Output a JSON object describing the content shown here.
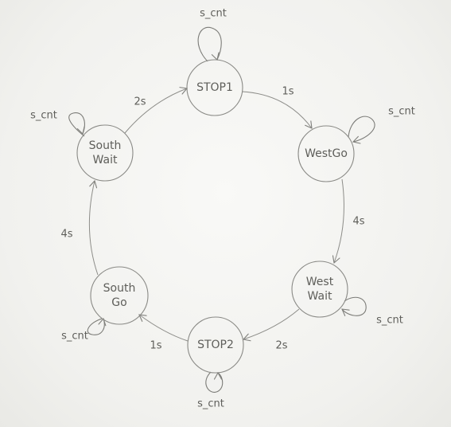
{
  "diagram": {
    "states": [
      {
        "id": "stop1",
        "lines": [
          "STOP1"
        ]
      },
      {
        "id": "westgo",
        "lines": [
          "WestGo"
        ]
      },
      {
        "id": "westwait",
        "lines": [
          "West",
          "Wait"
        ]
      },
      {
        "id": "stop2",
        "lines": [
          "STOP2"
        ]
      },
      {
        "id": "southgo",
        "lines": [
          "South",
          "Go"
        ]
      },
      {
        "id": "southwait",
        "lines": [
          "South",
          "Wait"
        ]
      }
    ],
    "transitions": [
      {
        "from": "stop1",
        "to": "westgo",
        "label": "1s"
      },
      {
        "from": "westgo",
        "to": "westwait",
        "label": "4s"
      },
      {
        "from": "westwait",
        "to": "stop2",
        "label": "2s"
      },
      {
        "from": "stop2",
        "to": "southgo",
        "label": "1s"
      },
      {
        "from": "southgo",
        "to": "southwait",
        "label": "4s"
      },
      {
        "from": "southwait",
        "to": "stop1",
        "label": "2s"
      }
    ],
    "self_loops": [
      {
        "state": "stop1",
        "label": "s_cnt"
      },
      {
        "state": "westgo",
        "label": "s_cnt"
      },
      {
        "state": "westwait",
        "label": "s_cnt"
      },
      {
        "state": "stop2",
        "label": "s_cnt"
      },
      {
        "state": "southgo",
        "label": "s_cnt"
      },
      {
        "state": "southwait",
        "label": "s_cnt"
      }
    ]
  }
}
